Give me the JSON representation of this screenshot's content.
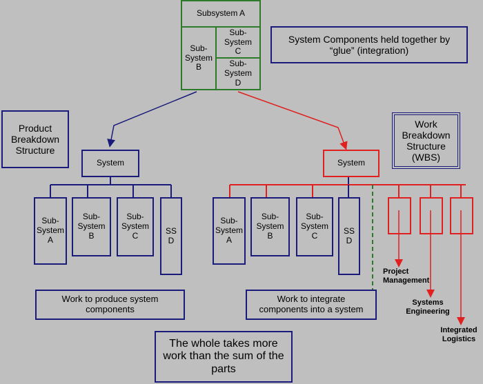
{
  "top_block": {
    "subsystem_a": "Subsystem A",
    "subsystem_b": "Sub-\nSystem\nB",
    "subsystem_c": "Sub-\nSystem\nC",
    "subsystem_d": "Sub-\nSystem\nD"
  },
  "glue_note": "System Components held together by “glue” (integration)",
  "pbs_title": "Product\nBreakdown\nStructure",
  "wbs_title": "Work\nBreakdown\nStructure\n(WBS)",
  "left_tree": {
    "system": "System",
    "children": [
      "Sub-\nSystem\nA",
      "Sub-\nSystem\nB",
      "Sub-\nSystem\nC",
      "SS\nD"
    ],
    "caption": "Work to produce system\ncomponents"
  },
  "right_tree": {
    "system": "System",
    "children": [
      "Sub-\nSystem\nA",
      "Sub-\nSystem\nB",
      "Sub-\nSystem\nC",
      "SS\nD"
    ],
    "caption": "Work to integrate\ncomponents into a system",
    "work_items": [
      "Project\nManagement",
      "Systems\nEngineering",
      "Integrated\nLogistics"
    ]
  },
  "whole_note": "The whole takes more\nwork than the sum of the\nparts",
  "colors": {
    "navy": "#1a1a7a",
    "red": "#e02020",
    "green": "#2a7a2a"
  }
}
